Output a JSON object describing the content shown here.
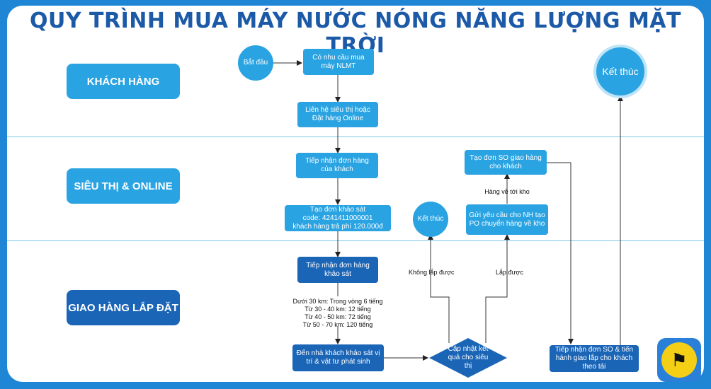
{
  "title": "QUY TRÌNH MUA MÁY NƯỚC NÓNG NĂNG LƯỢNG MẶT TRỜI",
  "lanes": {
    "customer": "KHÁCH HÀNG",
    "store": "SIÊU THỊ & ONLINE",
    "delivery": "GIAO HÀNG LẮP ĐẶT"
  },
  "nodes": {
    "start": "Bắt đầu",
    "need": "Có nhu cầu mua máy NLMT",
    "contact": "Liên hệ siêu thị hoặc Đặt hàng Online",
    "receive_order": "Tiếp nhận đơn hàng của khách",
    "survey_order_l1": "Tạo đơn khảo sát",
    "survey_order_l2": "code: 4241411000001",
    "survey_order_l3": "khách hàng trả phí 120.000đ",
    "receive_survey": "Tiếp nhận đơn hàng khảo sát",
    "time_l1": "Dưới 30 km: Trong vòng 6 tiếng",
    "time_l2": "Từ 30 - 40 km: 12 tiếng",
    "time_l3": "Từ 40 - 50 km: 72 tiếng",
    "time_l4": "Từ 50 - 70 km: 120 tiếng",
    "go_survey": "Đến nhà khách khảo sát vị trí & vật tư phát sinh",
    "update_result": "Cập nhật kết quả cho siêu thị",
    "cannot_install": "Không lắp được",
    "can_install": "Lắp được",
    "end_mid": "Kết thúc",
    "request_po": "Gửi yêu cầu cho NH tạo PO chuyển hàng về kho",
    "goods_arrive": "Hàng về tới kho",
    "create_so": "Tạo đơn SO giao hàng cho khách",
    "receive_so": "Tiếp nhận đơn SO & tiến hành giao lắp cho khách theo tải",
    "end_final": "Kết thúc"
  },
  "colors": {
    "light_blue": "#29a3e2",
    "dark_blue": "#1b65b7",
    "title_blue": "#1c5aa8",
    "background": "#1f86d6"
  },
  "logo_icon": "checkered-flag-icon"
}
